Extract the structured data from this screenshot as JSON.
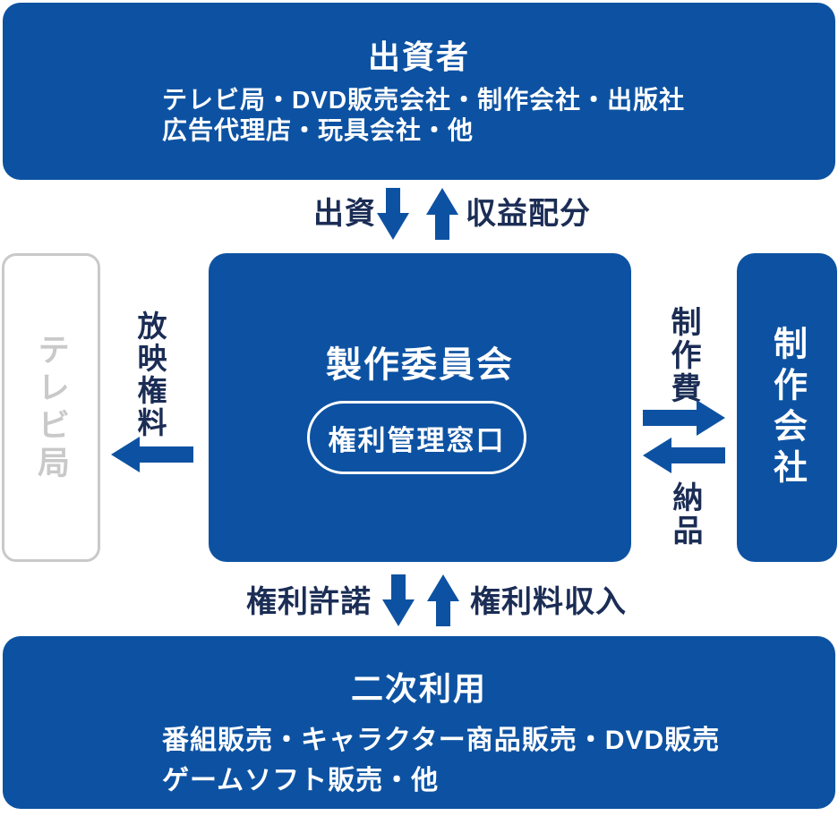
{
  "colors": {
    "box_blue": "#0D52A2",
    "label_navy": "#1B2D55",
    "gray": "#C9C9C9"
  },
  "top_box": {
    "title": "出資者",
    "lines": [
      "テレビ局・DVD販売会社・制作会社・出版社",
      "広告代理店・玩具会社・他"
    ]
  },
  "flow_top": {
    "left_label": "出資",
    "right_label": "収益配分"
  },
  "left_box": {
    "label": "テレビ局"
  },
  "left_flow": {
    "label": "放映権料"
  },
  "center_box": {
    "title": "製作委員会",
    "pill_label": "権利管理窓口"
  },
  "right_flow": {
    "top_label": "制作費",
    "bottom_label": "納品"
  },
  "right_box": {
    "label": "制作会社"
  },
  "flow_bottom": {
    "left_label": "権利許諾",
    "right_label": "権利料収入"
  },
  "bottom_box": {
    "title": "二次利用",
    "lines": [
      "番組販売・キャラクター商品販売・DVD販売",
      "ゲームソフト販売・他"
    ]
  }
}
